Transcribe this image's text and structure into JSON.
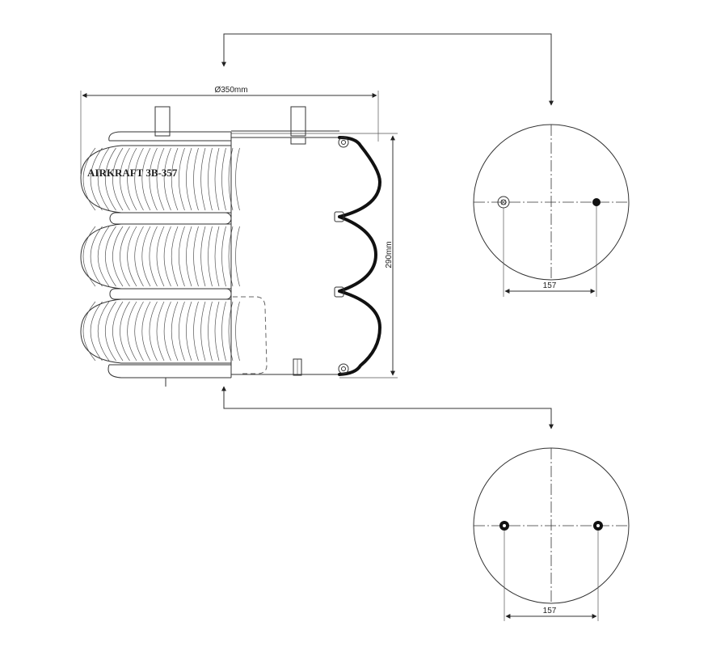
{
  "product": {
    "label": "AIRKRAFT 3B-357"
  },
  "dimensions": {
    "diameter": "Ø350mm",
    "height": "290mm",
    "top_bolt_spacing": "157",
    "bottom_bolt_spacing": "157"
  },
  "colors": {
    "line": "#333333",
    "profile": "#111111",
    "background": "#ffffff"
  }
}
